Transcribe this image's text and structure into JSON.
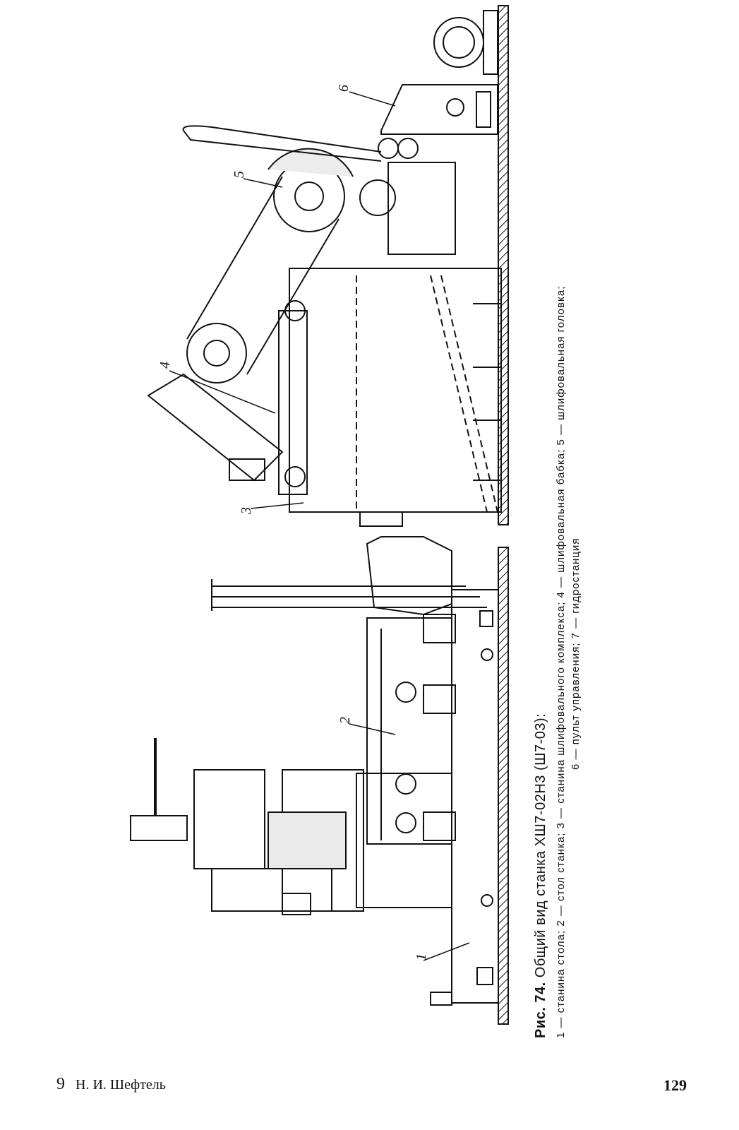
{
  "figure": {
    "label_prefix": "Рис.",
    "number": "74.",
    "title": "Общий вид станка ХШ7-02Н3 (Ш7-03):",
    "legend_line1": "1 — станина стола; 2 — стол станка; 3 — станина шлифовального комплекса; 4 — шлифовальная бабка; 5 — шлифовальная головка;",
    "legend_line2": "6 — пульт управления; 7 — гидростанция",
    "callouts": [
      "1",
      "2",
      "3",
      "4",
      "5",
      "6"
    ]
  },
  "footer": {
    "signature_number": "9",
    "author": "Н. И. Шефтель",
    "page_number": "129"
  }
}
